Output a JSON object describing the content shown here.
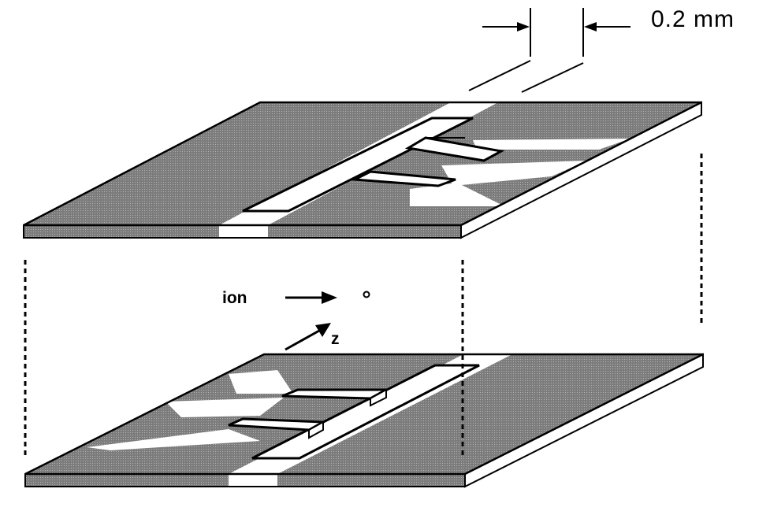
{
  "labels": {
    "dimension": "0.2  mm",
    "ion": "ion",
    "axis": "z"
  },
  "colors": {
    "electrode_gray": "#8a8a8a",
    "edge_gray": "#9a9a9a",
    "gap_white": "#ffffff",
    "outline": "#000000"
  }
}
